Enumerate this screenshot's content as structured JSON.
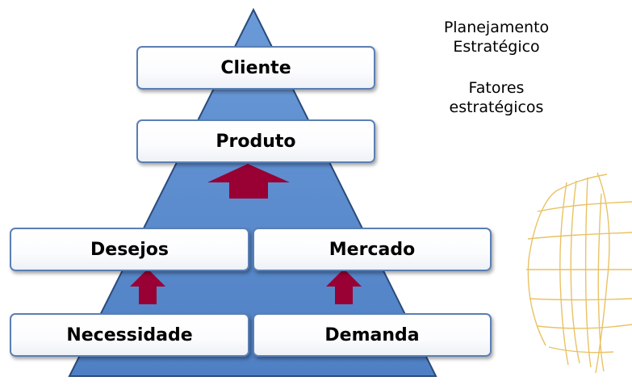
{
  "pyramid": {
    "levels": {
      "top": "Cliente",
      "second": "Produto",
      "third_left": "Desejos",
      "third_right": "Mercado",
      "bottom_left": "Necessidade",
      "bottom_right": "Demanda"
    }
  },
  "annotations": {
    "line1": "Planejamento",
    "line2": "Estratégico",
    "line3": "Fatores",
    "line4": "estratégicos"
  },
  "colors": {
    "pyramid_fill": "#5b8ccf",
    "pyramid_stroke": "#2b4a7a",
    "arrow": "#990033",
    "box_border": "#5a7fb5",
    "decoration": "#e6b84a"
  }
}
